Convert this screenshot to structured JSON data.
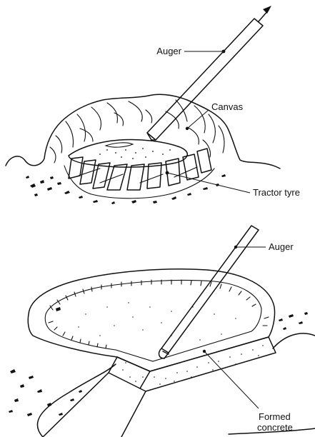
{
  "top_figure": {
    "auger_label": "Auger",
    "canvas_label": "Canvas",
    "tyre_label": "Tractor tyre"
  },
  "bottom_figure": {
    "auger_label": "Auger",
    "concrete_label_line1": "Formed",
    "concrete_label_line2": "concrete"
  },
  "colors": {
    "ink": "#111111",
    "background": "#ffffff"
  }
}
